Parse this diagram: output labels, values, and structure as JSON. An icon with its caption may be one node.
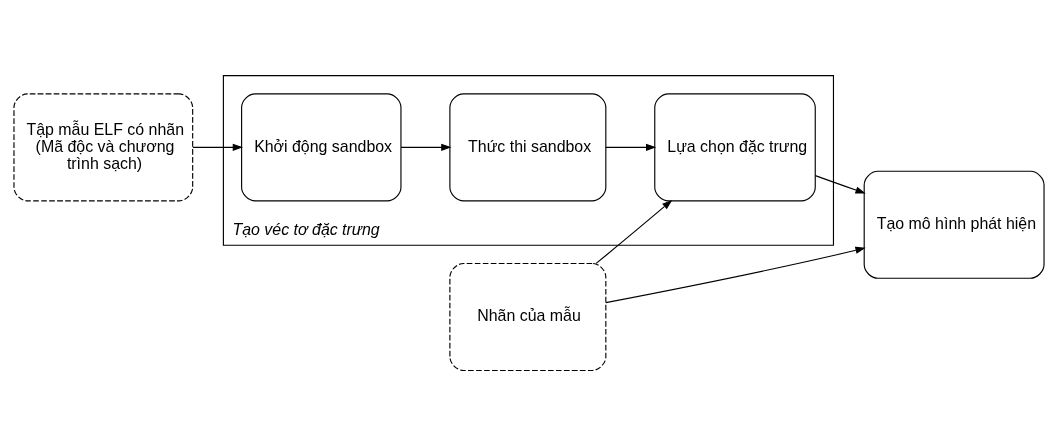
{
  "diagram": {
    "nodes": [
      {
        "text": [
          "Tập mẫu ELF có nhãn (Mã độc và chương trình sạch)"
        ]
      },
      {
        "text": [
          "Tạo véc tơ đặc trưng"
        ]
      },
      {
        "text": [
          "Khởi động sandbox"
        ],
        "in": 1
      },
      {
        "text": [
          "Thức thi sandbox"
        ],
        "in": 1
      },
      {
        "text": [
          "Lựa chọn đặc trưng"
        ],
        "in": 1
      },
      {
        "text": [
          "Tạo mô hình phát hiện"
        ]
      },
      {
        "text": [
          "Nhãn của mẫu"
        ]
      }
    ],
    "edges": [
      {
        "from": 0,
        "to": 2,
        "arrow": "to"
      },
      {
        "from": 2,
        "to": 3,
        "arrow": "to"
      },
      {
        "from": 3,
        "to": 4,
        "arrow": "to"
      },
      {
        "from": 4,
        "to": 5,
        "arrow": "to"
      },
      {
        "from": 6,
        "to": 4,
        "arrow": "to"
      },
      {
        "from": 6,
        "to": 5,
        "arrow": "to"
      }
    ]
  }
}
